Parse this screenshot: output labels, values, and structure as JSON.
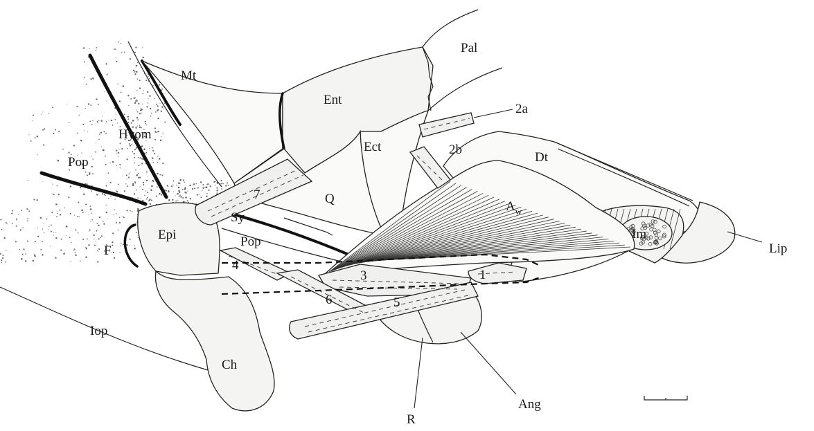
{
  "figure": {
    "labels": {
      "pal": "Pal",
      "mt": "Mt",
      "ent": "Ent",
      "l2a": "2a",
      "hyom": "Hyom",
      "ect": "Ect",
      "l2b": "2b",
      "dt": "Dt",
      "pop_left": "Pop",
      "l7": "7",
      "q": "Q",
      "aw_main": "A",
      "aw_sub": "w",
      "sy": "Sy",
      "epi": "Epi",
      "pop_mid": "Pop",
      "im": "Im",
      "f": "F",
      "lip": "Lip",
      "l4": "4",
      "l3": "3",
      "l1": "1",
      "l6": "6",
      "l5": "5",
      "iop": "Iop",
      "ch": "Ch",
      "r": "R",
      "ang": "Ang"
    }
  }
}
